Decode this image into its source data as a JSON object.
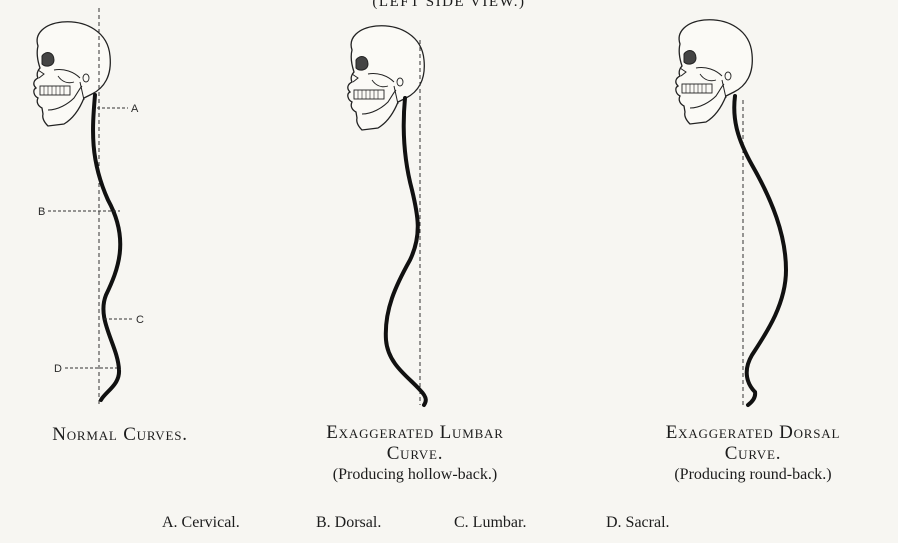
{
  "header": "(LEFT SIDE VIEW.)",
  "figures": [
    {
      "title": "Normal Curves."
    },
    {
      "title": "Exaggerated Lumbar",
      "title2": "Curve.",
      "subtitle": "(Producing hollow-back.)"
    },
    {
      "title": "Exaggerated Dorsal",
      "title2": "Curve.",
      "subtitle": "(Producing round-back.)"
    }
  ],
  "markers": {
    "a": "A",
    "b": "B",
    "c": "C",
    "d": "D"
  },
  "legend": [
    "A. Cervical.",
    "B. Dorsal.",
    "C. Lumbar.",
    "D. Sacral."
  ]
}
